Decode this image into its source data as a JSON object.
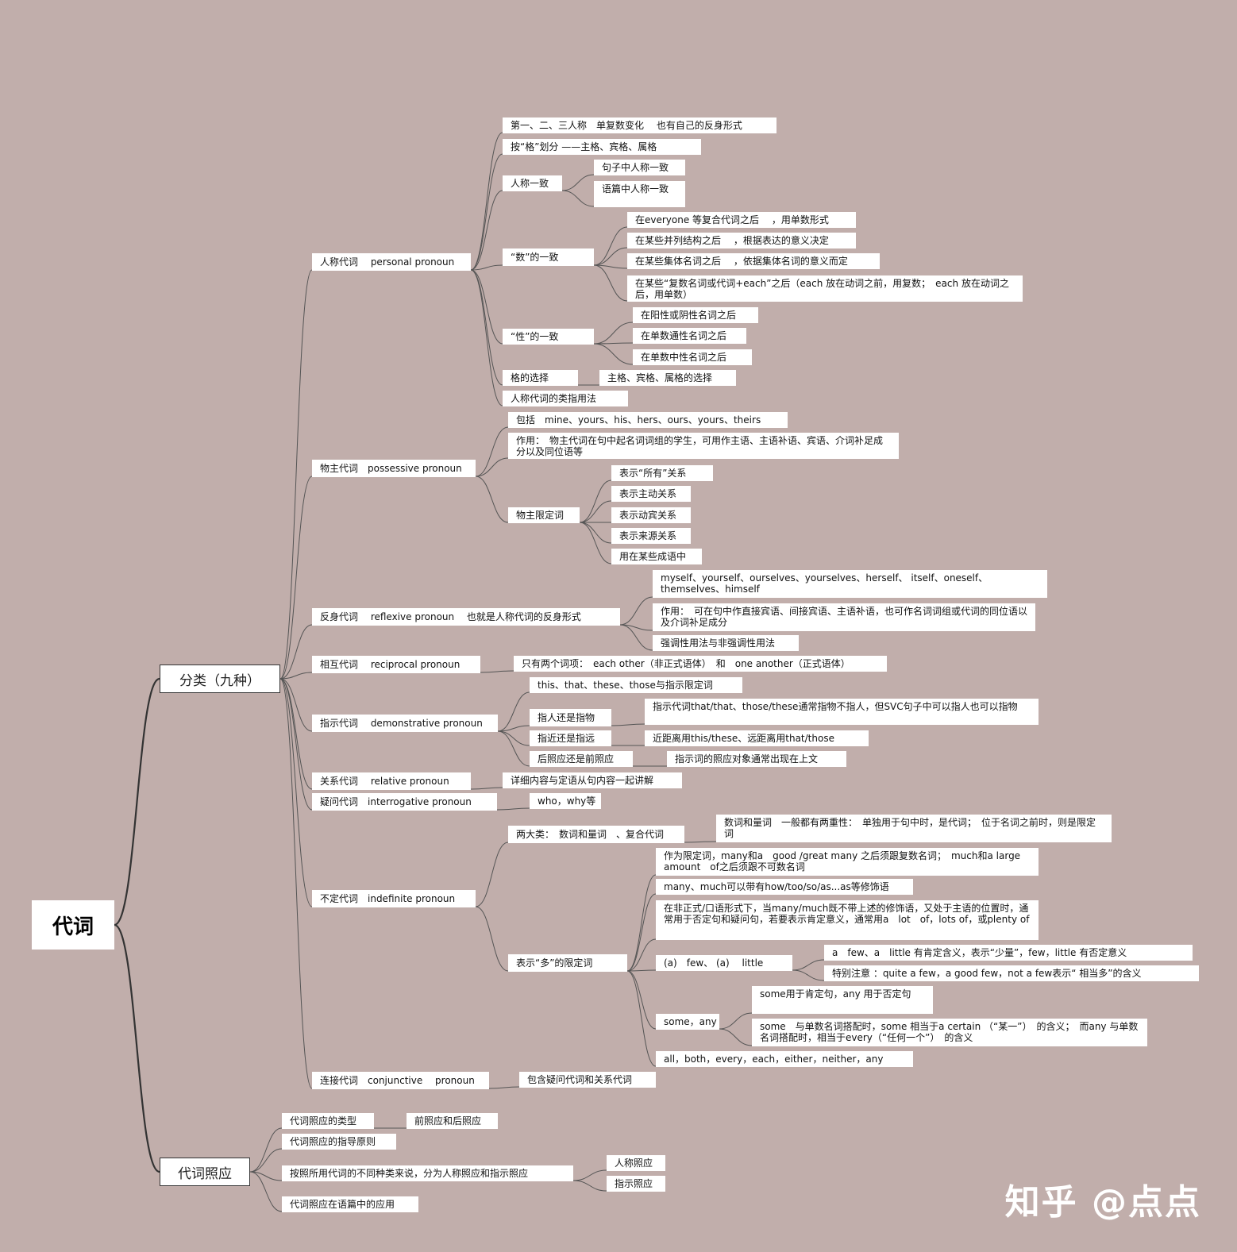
{
  "root": "代词",
  "branch1": "分类（九种）",
  "branch2": "代词照应",
  "watermark": "知乎 @点点",
  "personal": {
    "label": "人称代词　 personal pronoun",
    "a": "第一、二、三人称　单复数变化　 也有自己的反身形式",
    "b": "按“格”划分 ——主格、宾格、属格",
    "c": "人称一致",
    "c1": "句子中人称一致",
    "c2": "语篇中人称一致",
    "d": "“数”的一致",
    "d1": "在everyone 等复合代词之后　 ，用单数形式",
    "d2": "在某些并列结构之后　 ，根据表达的意义决定",
    "d3": "在某些集体名词之后　 ，依据集体名词的意义而定",
    "d4": "在某些“复数名词或代词+each”之后（each 放在动词之前，用复数；　each 放在动词之后，用单数）",
    "e": "“性”的一致",
    "e1": "在阳性或阴性名词之后",
    "e2": "在单数通性名词之后",
    "e3": "在单数中性名词之后",
    "f": "格的选择",
    "f1": "主格、宾格、属格的选择",
    "g": "人称代词的类指用法"
  },
  "possessive": {
    "label": "物主代词　possessive pronoun",
    "a": "包括　mine、yours、his、hers、ours、yours、theirs",
    "b": "作用：　物主代词在句中起名词词组的学生，可用作主语、主语补语、宾语、介词补足成分以及同位语等",
    "c": "物主限定词",
    "c1": "表示“所有”关系",
    "c2": "表示主动关系",
    "c3": "表示动宾关系",
    "c4": "表示来源关系",
    "c5": "用在某些成语中"
  },
  "reflexive": {
    "label": "反身代词　 reflexive pronoun　 也就是人称代词的反身形式",
    "a": "myself、yourself、ourselves、yourselves、herself、 itself、oneself、themselves、himself",
    "b": "作用：　可在句中作直接宾语、间接宾语、主语补语，也可作名词词组或代词的同位语以及介词补足成分",
    "c": "强调性用法与非强调性用法"
  },
  "reciprocal": {
    "label": "相互代词　 reciprocal pronoun",
    "a": "只有两个词项：　each other（非正式语体）　和　one another（正式语体）"
  },
  "demonstrative": {
    "label": "指示代词　 demonstrative pronoun",
    "a": "this、that、these、those与指示限定词",
    "b": "指人还是指物",
    "b1": "指示代词that/that、those/these通常指物不指人，但SVC句子中可以指人也可以指物",
    "c": "指近还是指远",
    "c1": "近距离用this/these、远距离用that/those",
    "d": "后照应还是前照应",
    "d1": "指示词的照应对象通常出现在上文"
  },
  "relative": {
    "label": "关系代词　 relative pronoun",
    "a": "详细内容与定语从句内容一起讲解"
  },
  "interrogative": {
    "label": "疑问代词　interrogative pronoun",
    "a": "who，why等"
  },
  "indefinite": {
    "label": "不定代词　indefinite pronoun",
    "a": "两大类：　数词和量词　、复合代词",
    "a1": "数词和量词　一般都有两重性：　单独用于句中时，是代词；　位于名词之前时，则是限定词",
    "b": "表示“多”的限定词",
    "b1": "作为限定词，many和a　good /great many 之后须跟复数名词；　much和a large amount　of之后须跟不可数名词",
    "b2": "many、much可以带有how/too/so/as...as等修饰语",
    "b3": "在非正式/口语形式下，当many/much既不带上述的修饰语，又处于主语的位置时，通常用于否定句和疑问句，若要表示肯定意义，通常用a　lot　of，lots of，或plenty of",
    "b4": "(a)　few、 (a)　 little",
    "b4a": "a　few、a　little 有肯定含义，表示“少量”，few，little 有否定意义",
    "b4b": "特别注意 ：quite a few，a good few，not a few表示“ 相当多”的含义",
    "b5": "some，any",
    "b5a": "some用于肯定句，any 用于否定句",
    "b5b": "some　与单数名词搭配时，some 相当于a certain （“某一”）　的含义；　而any 与单数名词搭配时，相当于every（“任何一个”）　的含义",
    "b6": "all，both，every，each，either，neither，any"
  },
  "conjunctive": {
    "label": "连接代词　conjunctive　 pronoun",
    "a": "包含疑问代词和关系代词"
  },
  "anaphora": {
    "a": "代词照应的类型",
    "a1": "前照应和后照应",
    "b": "代词照应的指导原则",
    "c": "按照所用代词的不同种类来说，分为人称照应和指示照应",
    "c1": "人称照应",
    "c2": "指示照应",
    "d": "代词照应在语篇中的应用"
  }
}
